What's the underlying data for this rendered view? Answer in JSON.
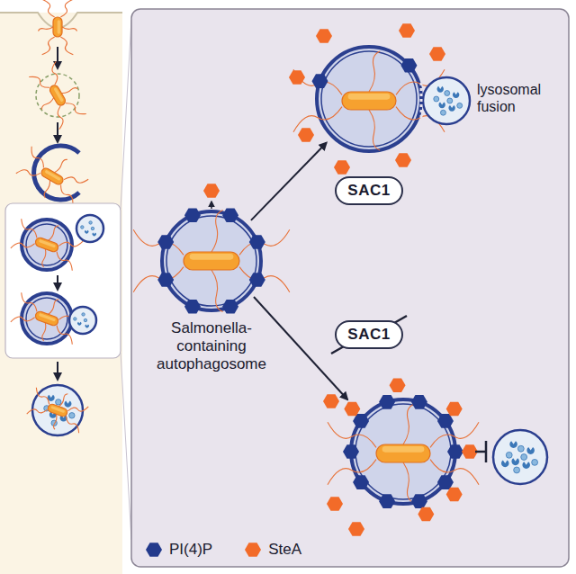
{
  "diagram": {
    "nodes": [
      {
        "text": [
          "Salmonella-containing autophagosome"
        ]
      },
      {
        "text": [
          "SAC1"
        ]
      },
      {
        "text": [
          "SAC1"
        ]
      },
      {
        "text": [
          "lysosomal fusion"
        ]
      }
    ],
    "edges": [
      {
        "from": 0,
        "to": 3,
        "arrow": "to"
      }
    ],
    "legend": [
      {
        "text": "PI(4)P",
        "color": "#233a8c"
      },
      {
        "text": "SteA",
        "color": "#f26b29"
      }
    ]
  }
}
